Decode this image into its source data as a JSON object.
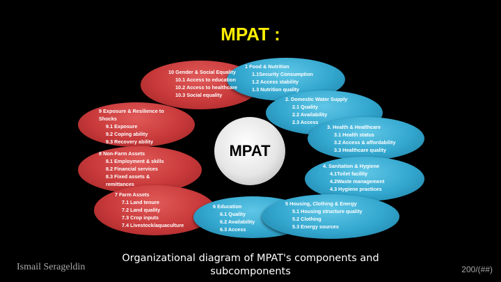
{
  "title": "MPAT :",
  "center_label": "MPAT",
  "components": [
    {
      "id": "10",
      "color": "red",
      "head": "10 Gender & Social Equality",
      "subs": [
        "10.1 Access to education",
        "10.2 Access to healthcare",
        "10.3 Social equality"
      ]
    },
    {
      "id": "1",
      "color": "blue",
      "head": "1 Food & Nutrition",
      "subs": [
        "1.1Security Consumption",
        "1.2 Access stability",
        "1.3 Nutrition quality"
      ]
    },
    {
      "id": "2",
      "color": "blue",
      "head": "2. Domestic Water Supply",
      "subs": [
        "2.1 Quality",
        "2.2 Availability",
        "2.3 Access"
      ]
    },
    {
      "id": "3",
      "color": "blue",
      "head": "3. Health & Healthcare",
      "subs": [
        "3.1 Health status",
        "3.2 Access & affordability",
        "3.3 Healthcare quality"
      ]
    },
    {
      "id": "4",
      "color": "blue",
      "head": "4. Sanitation & Hygiene",
      "subs": [
        "4.1Toilet facility",
        "4.2Waste management",
        "4.3 Hygiene practices"
      ]
    },
    {
      "id": "9",
      "color": "red",
      "head": "9 Exposure & Resilience to Shocks",
      "subs": [
        "9.1 Exposure",
        "9.2 Coping ability",
        "9.3 Recovery ability"
      ]
    },
    {
      "id": "8",
      "color": "red",
      "head": "8 Non-Farm Assets",
      "subs": [
        "8.1 Employment & skills",
        "8.2 Financial services",
        "8.3 Fixed assets & remittances"
      ]
    },
    {
      "id": "7",
      "color": "red",
      "head": "7 Farm Assets",
      "subs": [
        "7.1 Land tenure",
        "7.2 Land quality",
        "7.3 Crop inputs",
        "7.4 Livestock/aquaculture"
      ]
    },
    {
      "id": "6",
      "color": "blue",
      "head": "6 Education",
      "subs": [
        "6.1 Quality",
        "6.2 Availability",
        "6.3 Access"
      ]
    },
    {
      "id": "5",
      "color": "blue",
      "head": "5 Housing, Clothing & Energy",
      "subs": [
        "5.1 Housing structure  quality",
        "5.2 Clothing",
        "5.3 Energy sources"
      ]
    }
  ],
  "caption": "Organizational diagram of MPAT's components and subcomponents",
  "author": "Ismail Serageldin",
  "page_number": "200/(##)"
}
